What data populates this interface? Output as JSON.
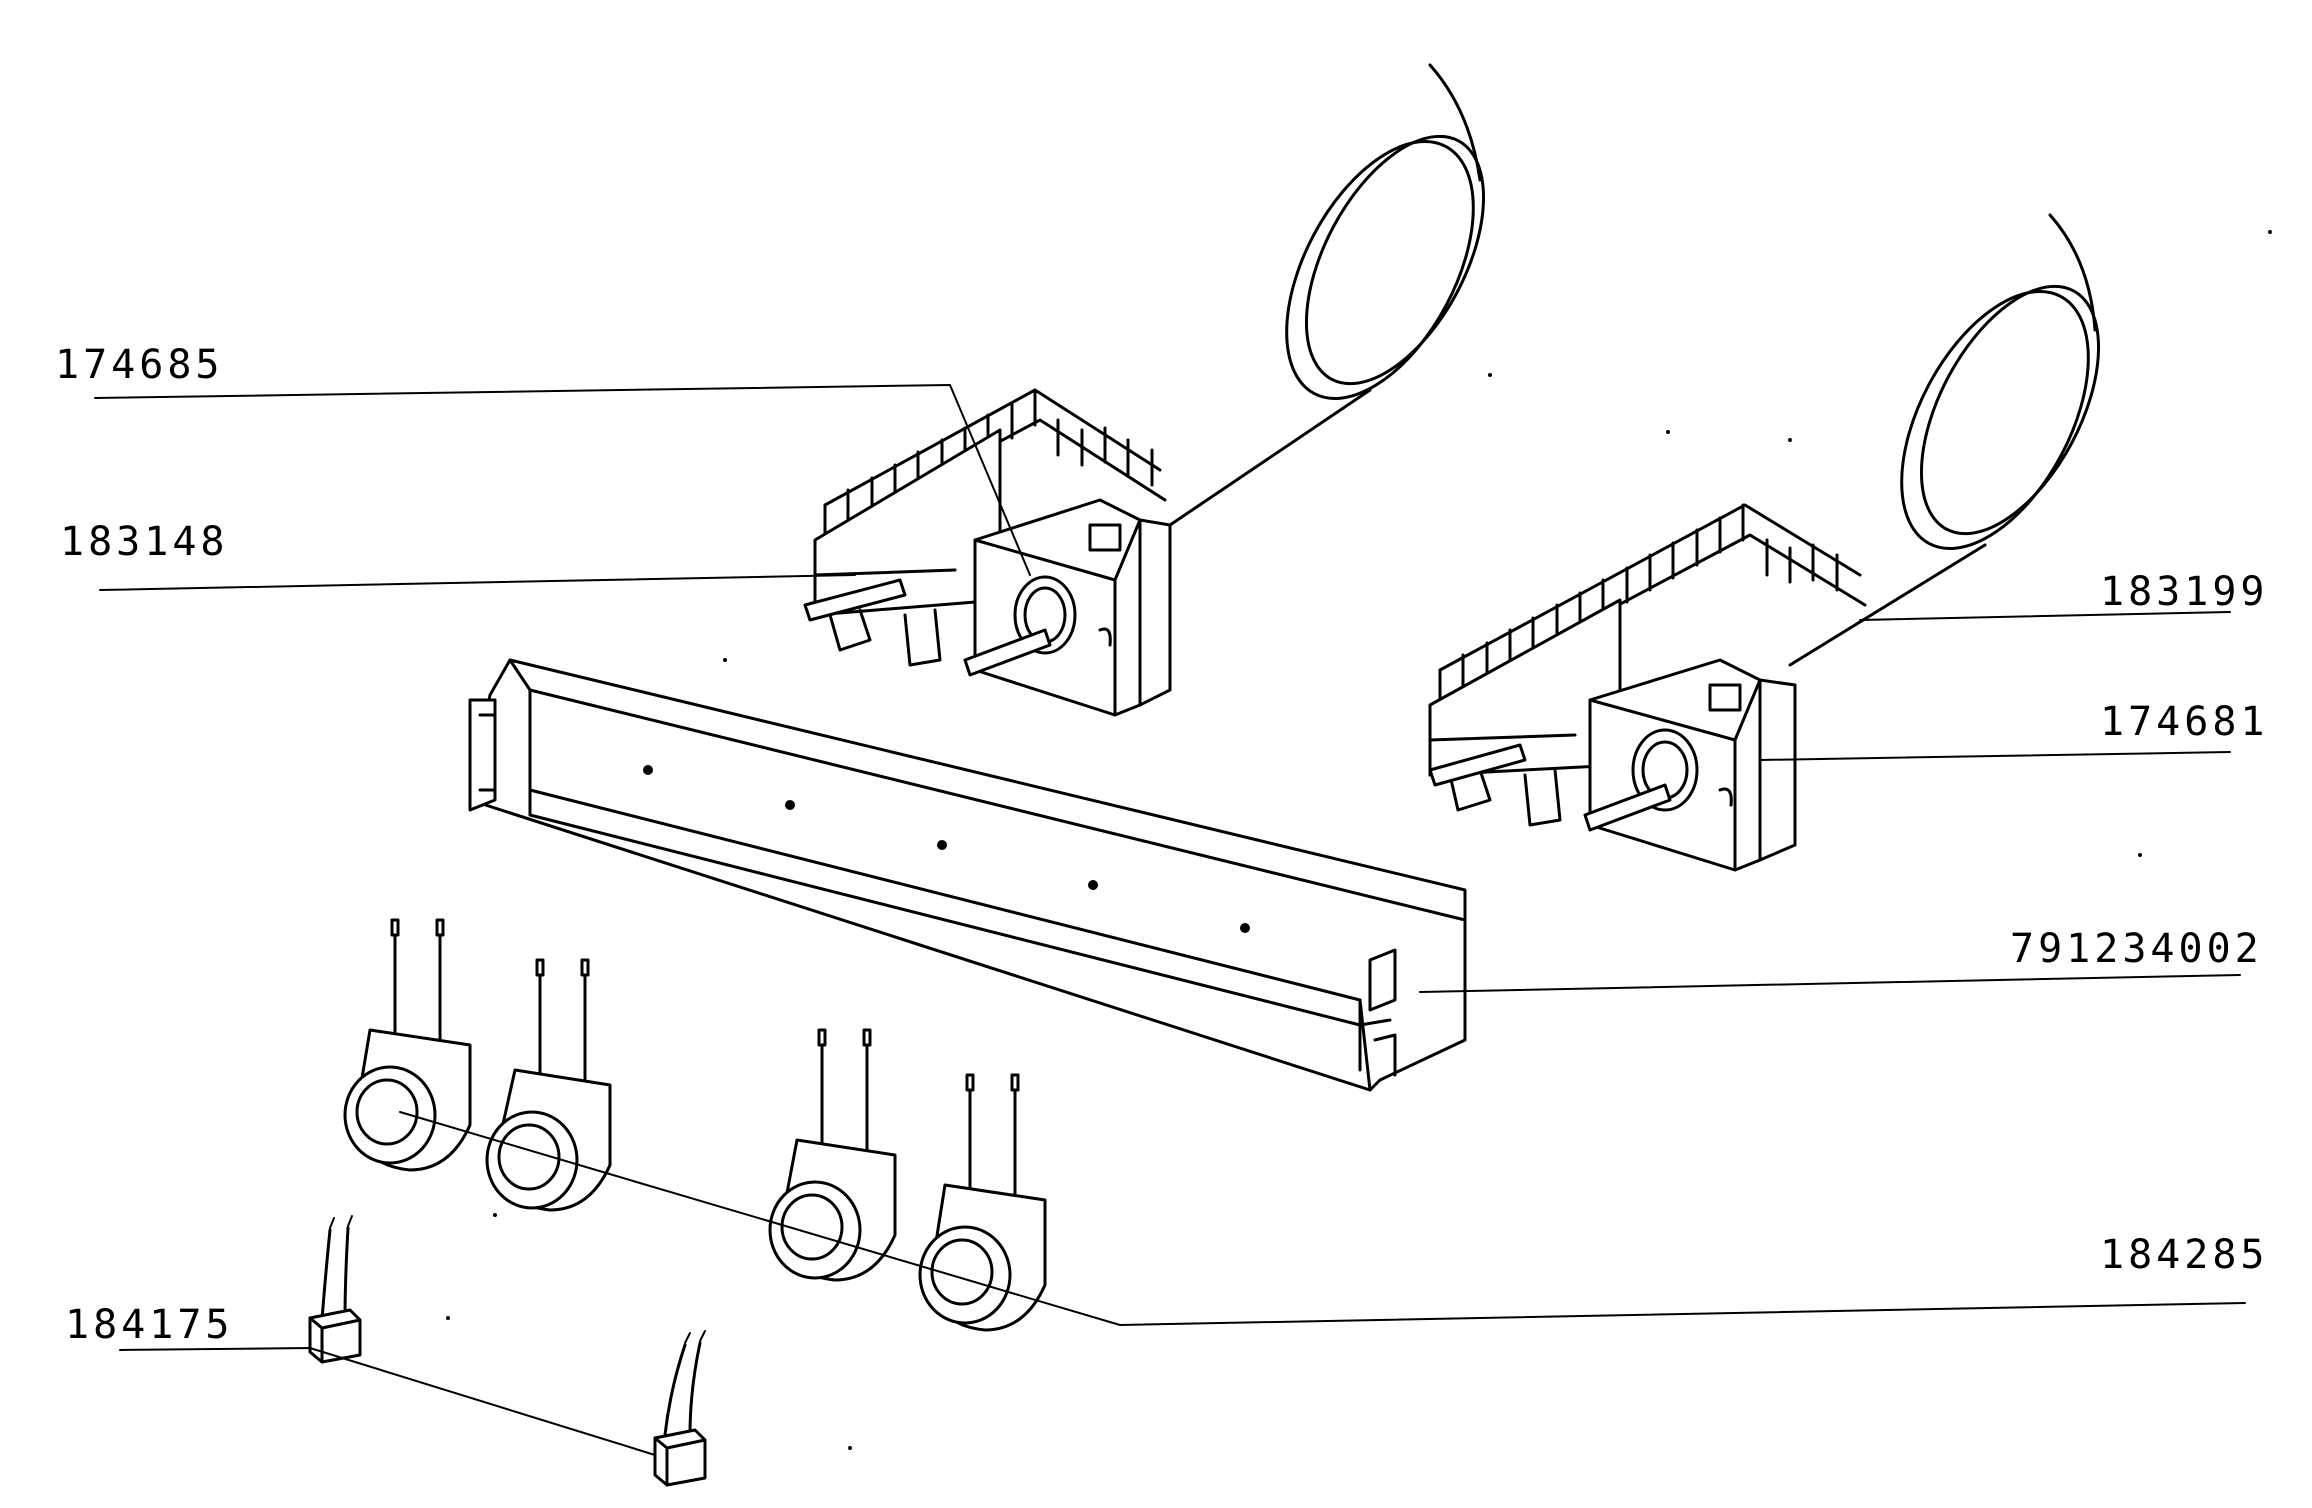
{
  "diagram": {
    "labels": [
      {
        "id": "174685",
        "text": "174685"
      },
      {
        "id": "183148",
        "text": "183148"
      },
      {
        "id": "183199",
        "text": "183199"
      },
      {
        "id": "174681",
        "text": "174681"
      },
      {
        "id": "791234002",
        "text": "791234002"
      },
      {
        "id": "184285",
        "text": "184285"
      },
      {
        "id": "184175",
        "text": "184175"
      }
    ]
  }
}
